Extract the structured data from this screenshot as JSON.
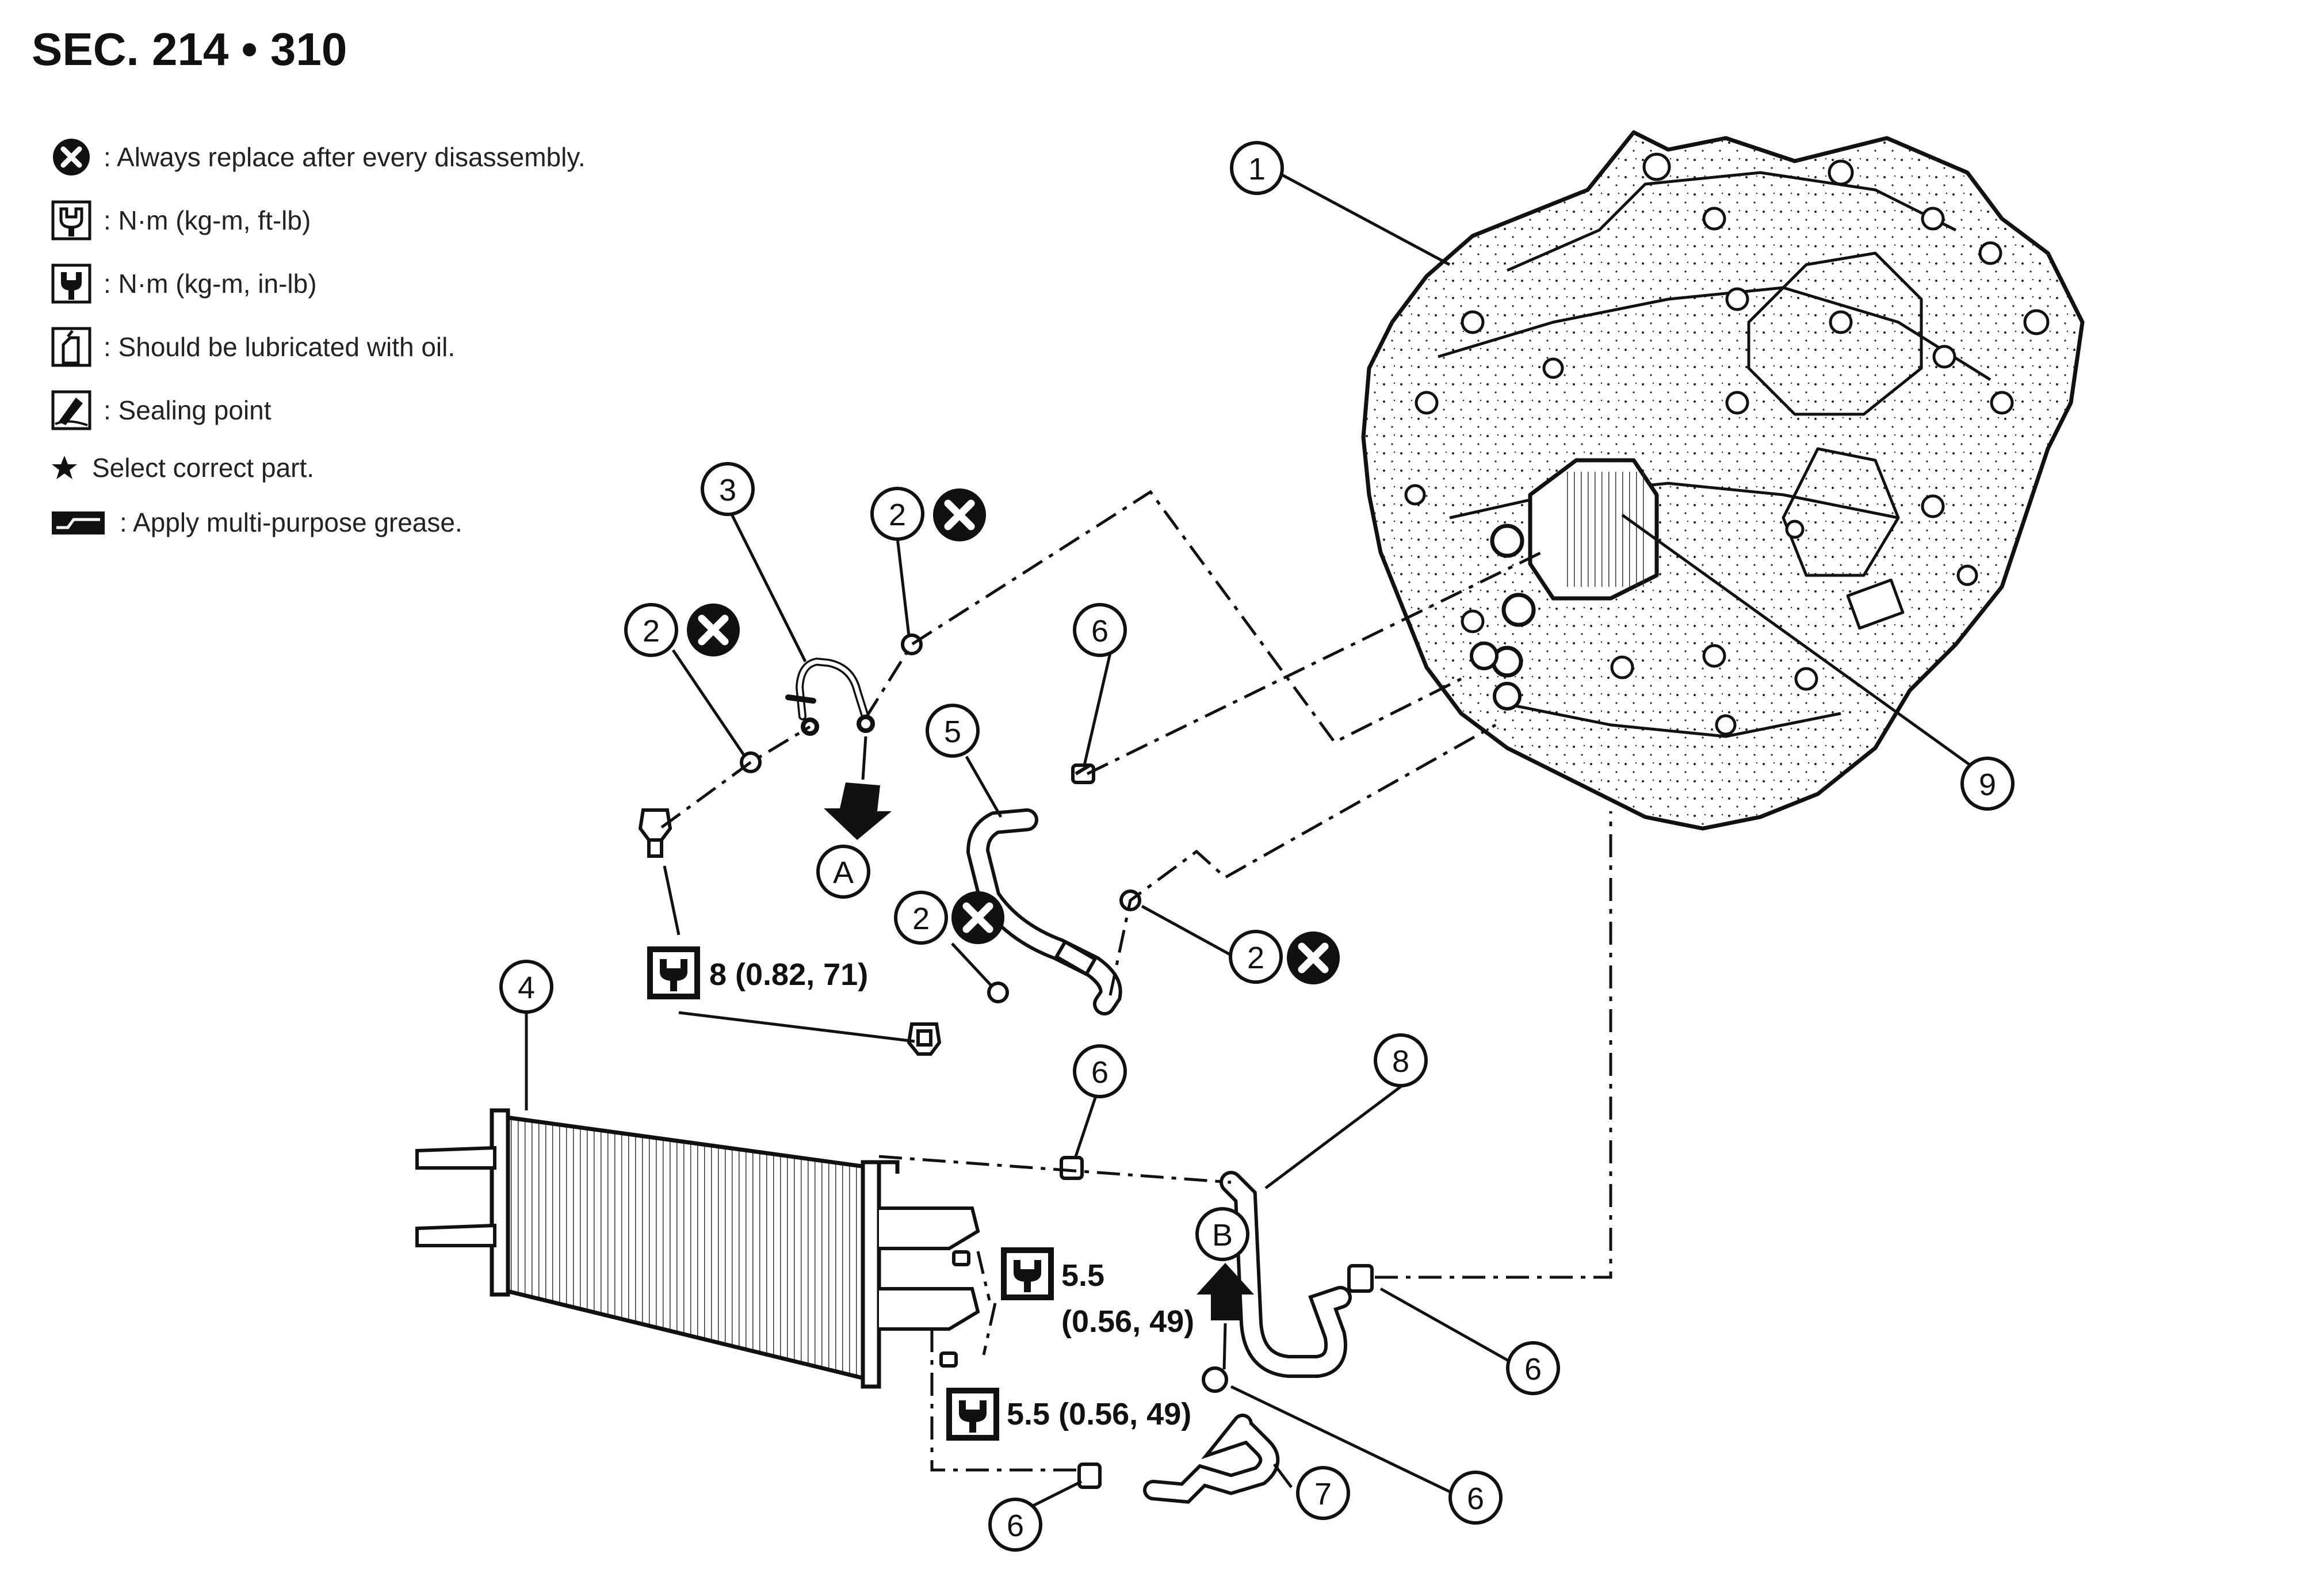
{
  "section_title": "SEC. 214 • 310",
  "legend": [
    {
      "icon": "replace-icon",
      "text": ": Always replace after every disassembly."
    },
    {
      "icon": "torque-nm-kgm-ftlb-icon",
      "text": ": N·m (kg-m, ft-lb)"
    },
    {
      "icon": "torque-nm-kgm-inlb-icon",
      "text": ": N·m (kg-m, in-lb)"
    },
    {
      "icon": "oil-can-icon",
      "text": ": Should be lubricated with oil."
    },
    {
      "icon": "sealing-point-icon",
      "text": ": Sealing point"
    },
    {
      "icon": "star-icon",
      "text": "Select correct part."
    },
    {
      "icon": "grease-icon",
      "text": ": Apply multi-purpose grease."
    }
  ],
  "torque_specs": {
    "t1": "8 (0.82, 71)",
    "t2_line1": "5.5",
    "t2_line2": "(0.56, 49)",
    "t3": "5.5 (0.56, 49)"
  },
  "callouts": {
    "n1": "1",
    "n2": "2",
    "n3": "3",
    "n4": "4",
    "n5": "5",
    "n6": "6",
    "n7": "7",
    "n8": "8",
    "n9": "9",
    "a": "A",
    "b": "B"
  }
}
